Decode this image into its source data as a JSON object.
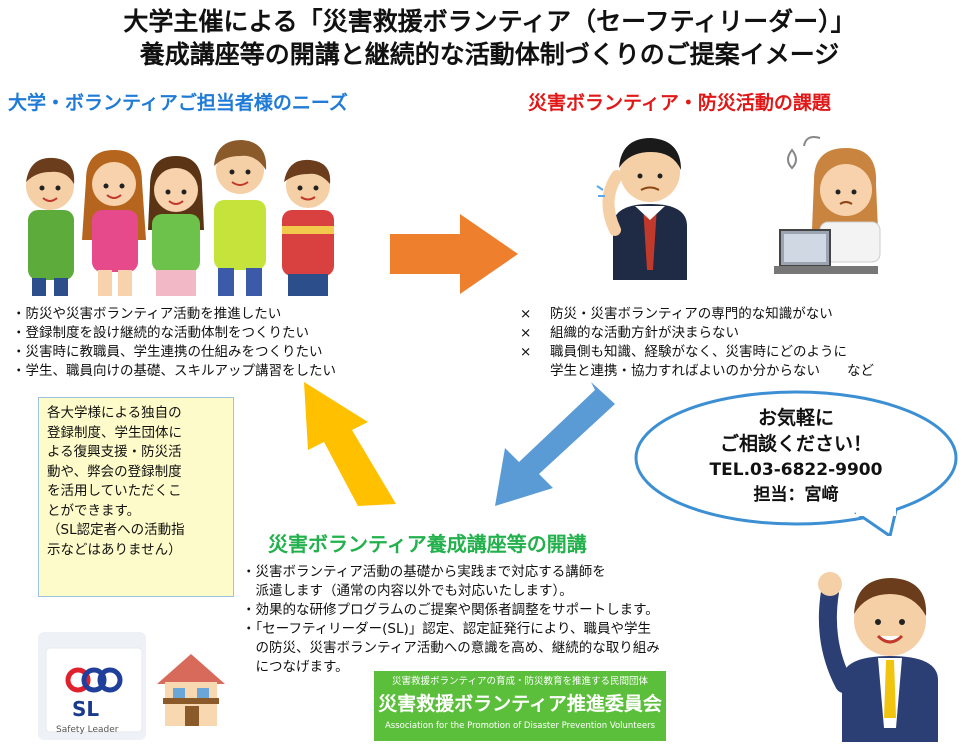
{
  "title": {
    "line1": "大学主催による「災害救援ボランティア（セーフティリーダー）」",
    "line2": "養成講座等の開講と継続的な活動体制づくりのご提案イメージ"
  },
  "needs": {
    "heading": "大学・ボランティアご担当者様のニーズ",
    "items": [
      "・防災や災害ボランティア活動を推進したい",
      "・登録制度を設け継続的な活動体制をつくりたい",
      "・災害時に教職員、学生連携の仕組みをつくりたい",
      "・学生、職員向けの基礎、スキルアップ講習をしたい"
    ]
  },
  "issues": {
    "heading": "災害ボランティア・防災活動の課題",
    "mark": "×",
    "items": [
      "防災・災害ボランティアの専門的な知識がない",
      "組織的な活動方針が決まらない",
      "職員側も知識、経験がなく、災害時にどのように"
    ],
    "continuation": "学生と連携・協力すればよいのか分からない　　など"
  },
  "note": {
    "lines": [
      "各大学様による独自の",
      "登録制度、学生団体に",
      "よる復興支援・防災活",
      "動や、弊会の登録制度",
      "を活用していただくこ",
      "とができます。",
      "（SL認定者への活動指",
      "示などはありません）"
    ]
  },
  "contact": {
    "line1": "お気軽に",
    "line2": "ご相談ください！",
    "tel": "TEL.03-6822-9900",
    "person": "担当：宮﨑"
  },
  "course": {
    "heading": "災害ボランティア養成講座等の開講",
    "lines": [
      "・災害ボランティア活動の基礎から実践まで対応する講師を",
      "　派遣します（通常の内容以外でも対応いたします）。",
      "・効果的な研修プログラムのご提案や関係者調整をサポートします。",
      "・「セーフティリーダー(SL)」認定、認定証発行により、職員や学生",
      "　の防災、災害ボランティア活動への意識を高め、継続的な取り組み",
      "　につなげます。"
    ]
  },
  "logo": {
    "tagline": "災害救援ボランティアの育成・防災教育を推進する民間団体",
    "name": "災害救援ボランティア推進委員会",
    "english": "Association for the Promotion of Disaster Prevention Volunteers"
  },
  "badge": {
    "sl": "SL",
    "text": "Safety Leader"
  },
  "colors": {
    "needs_heading": "#1f7bd6",
    "issues_heading": "#e01818",
    "course_heading": "#22b14c",
    "arrow_right": "#ee7f2d",
    "arrow_down": "#5b9bd5",
    "arrow_up": "#ffc000",
    "note_bg": "#fdfbc9",
    "logo_bg": "#5cbf3c"
  }
}
